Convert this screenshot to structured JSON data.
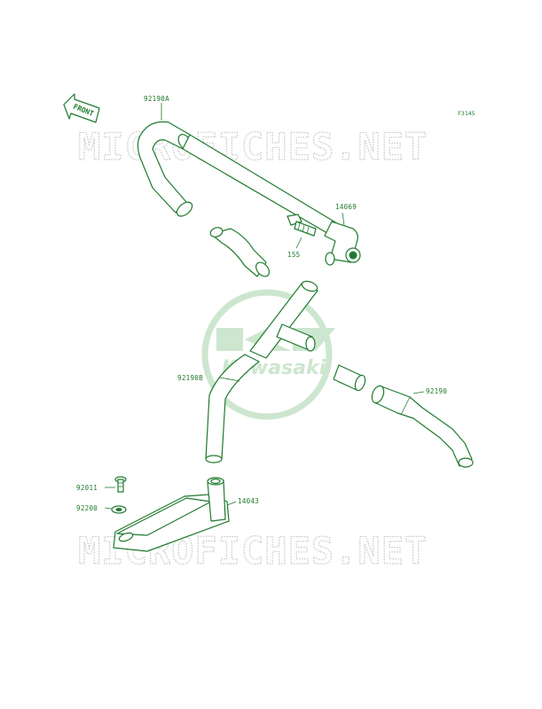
{
  "figure_code": "F3145",
  "direction_label": "FRONT",
  "watermark_text": "MICROFICHES.NET",
  "logo_text": "Kawasaki",
  "colors": {
    "line": "#1f7a2e",
    "watermark": "#c9c9c9",
    "logo": "#cde6cf"
  },
  "part_labels": [
    {
      "id": "92190A",
      "text": "92190A"
    },
    {
      "id": "14069",
      "text": "14069"
    },
    {
      "id": "155",
      "text": "155"
    },
    {
      "id": "92190B",
      "text": "92190B"
    },
    {
      "id": "92190",
      "text": "92190"
    },
    {
      "id": "92011",
      "text": "92011"
    },
    {
      "id": "92200",
      "text": "92200"
    },
    {
      "id": "14043",
      "text": "14043"
    }
  ]
}
